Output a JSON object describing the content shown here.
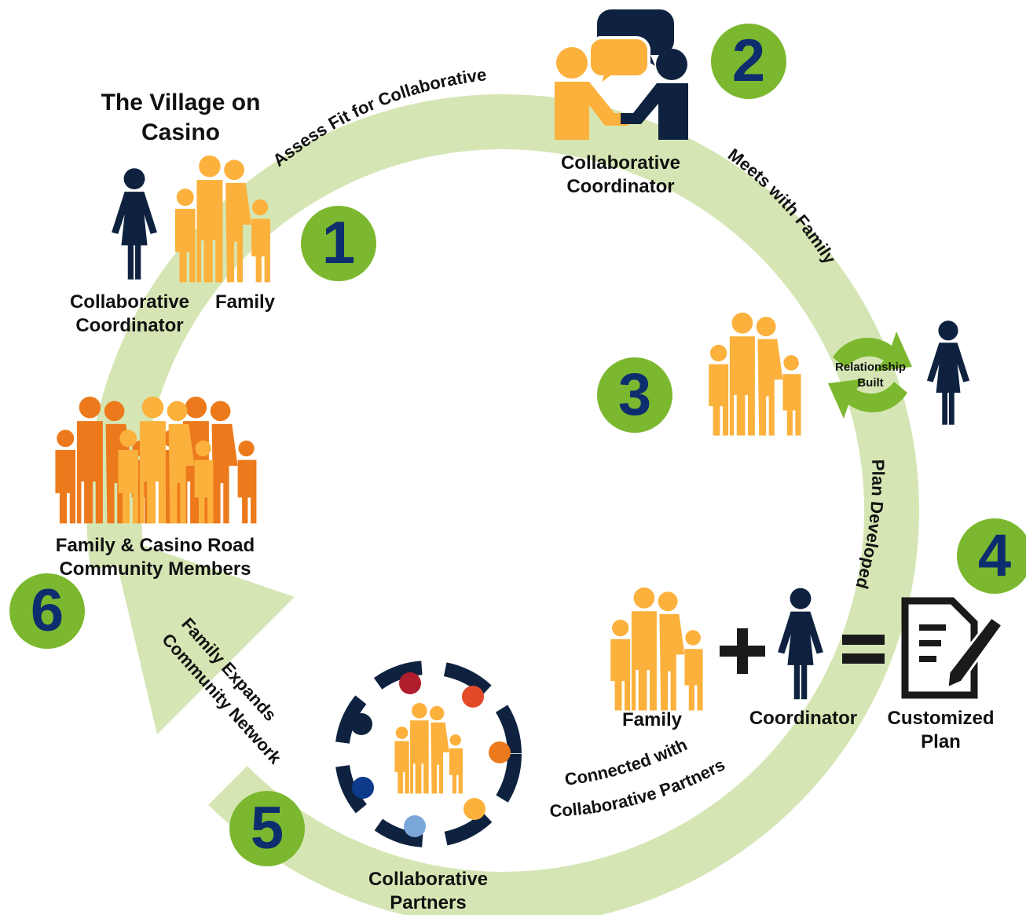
{
  "title": "The Village on Casino",
  "colors": {
    "ring": "#d5e6b4",
    "badge": "#7cb82f",
    "badge_text": "#0d2e6e",
    "navy": "#0e2240",
    "gold": "#fbb13c",
    "orange": "#ec7a1c",
    "arrow_green": "#7cb82f"
  },
  "steps": [
    {
      "number": "1"
    },
    {
      "number": "2"
    },
    {
      "number": "3"
    },
    {
      "number": "4"
    },
    {
      "number": "5"
    },
    {
      "number": "6"
    }
  ],
  "arc_labels": {
    "assess": "Assess Fit for Collaborative",
    "meets": "Meets with Family",
    "plan": "Plan Developed",
    "connected_1": "Connected with",
    "connected_2": "Collaborative Partners",
    "expands_1": "Family Expands",
    "expands_2": "Community Network"
  },
  "labels": {
    "coordinator_1": "Collaborative\nCoordinator",
    "family_1": "Family",
    "coordinator_2": "Collaborative\nCoordinator",
    "relationship": "Relationship\nBuilt",
    "family_4": "Family",
    "coordinator_4": "Coordinator",
    "customized_plan": "Customized\nPlan",
    "partners": "Collaborative\nPartners",
    "community": "Family & Casino Road\nCommunity Members"
  },
  "icons": [
    "person-icon",
    "family-icon",
    "conversation-icon",
    "cycle-arrows-icon",
    "plus-icon",
    "equals-icon",
    "document-pen-icon",
    "partner-circle-icon"
  ]
}
